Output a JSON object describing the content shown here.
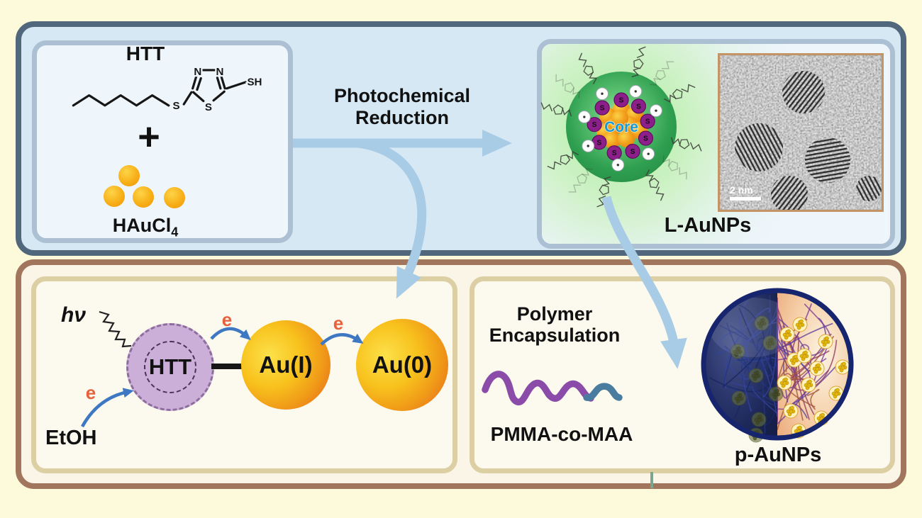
{
  "figure": {
    "precursors": {
      "title": "HTT",
      "plus": "+",
      "gold_salt": "HAuCl",
      "gold_salt_subscript": "4",
      "structure_atoms": {
        "n_left": "N",
        "n_right": "N",
        "s_thioether": "S",
        "s_ring": "S",
        "thiol": "SH"
      }
    },
    "process": {
      "line1": "Photochemical",
      "line2": "Reduction"
    },
    "ligand_np": {
      "label": "L-AuNPs",
      "core": "Core",
      "sulfur": "S",
      "tem_scale_bar": "2 nm"
    },
    "mechanism": {
      "photon": "hν",
      "mediator": "HTT",
      "electron": "e",
      "gold_1": "Au(I)",
      "gold_0": "Au(0)",
      "reductant": "EtOH"
    },
    "encapsulation": {
      "line1": "Polymer",
      "line2": "Encapsulation",
      "polymer": "PMMA-co-MAA",
      "product": "p-AuNPs"
    }
  },
  "colors": {
    "flow_arrow": "#A9CCE6",
    "electron_arrow": "#3E78C3",
    "electron_label": "#E8603C",
    "gold": "#F5A81C",
    "nanoparticle_green": "#3BAA58",
    "ligand_purple": "#8C1F8A",
    "htt_circle": "#CBAFD8",
    "polymer_purple": "#8B4BA8",
    "polymer_blue": "#4A7CA0",
    "capsule_navy": "#1B2C6B",
    "top_panel_border": "#51677C",
    "bottom_panel_border": "#A1765D"
  }
}
